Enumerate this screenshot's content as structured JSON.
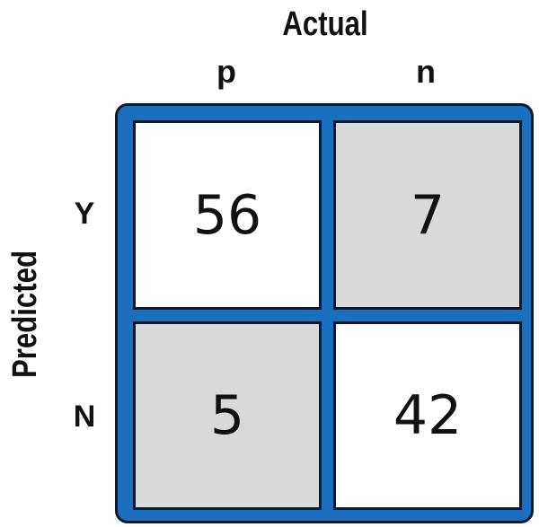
{
  "axes": {
    "actual_title": "Actual",
    "predicted_title": "Predicted"
  },
  "columns": [
    "p",
    "n"
  ],
  "rows": [
    "Y",
    "N"
  ],
  "cells": [
    [
      "56",
      "7"
    ],
    [
      "5",
      "42"
    ]
  ],
  "colors": {
    "frame": "#1a6fc0",
    "cell_light": "#ffffff",
    "cell_shaded": "#d9d9d9",
    "outline": "#0b1a2c"
  }
}
